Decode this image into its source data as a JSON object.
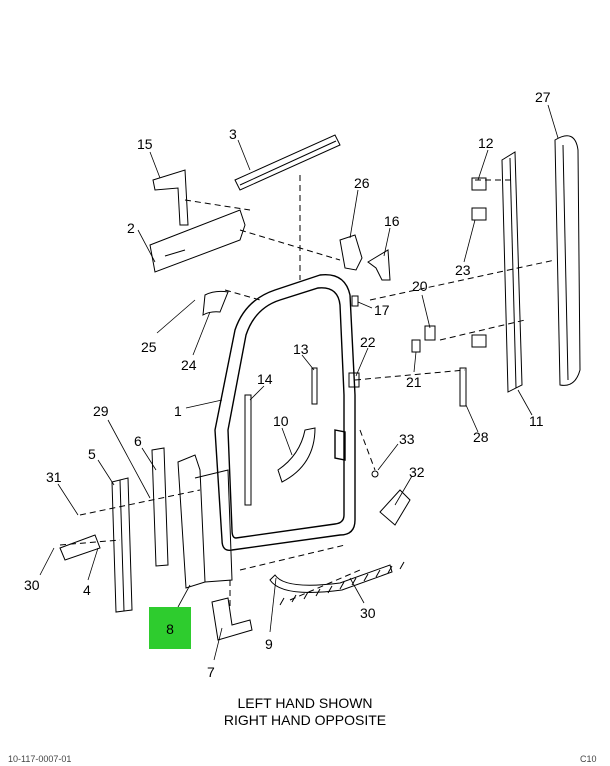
{
  "callouts": {
    "c1": "1",
    "c2": "2",
    "c3": "3",
    "c4": "4",
    "c5": "5",
    "c6": "6",
    "c7": "7",
    "c8": "8",
    "c9": "9",
    "c10": "10",
    "c11": "11",
    "c12": "12",
    "c13": "13",
    "c14": "14",
    "c15": "15",
    "c16": "16",
    "c17": "17",
    "c20": "20",
    "c21": "21",
    "c22": "22",
    "c23": "23",
    "c24": "24",
    "c25": "25",
    "c26": "26",
    "c27": "27",
    "c28": "28",
    "c29": "29",
    "c30a": "30",
    "c30b": "30",
    "c31": "31",
    "c32": "32",
    "c33": "33"
  },
  "caption": {
    "line1": "LEFT HAND SHOWN",
    "line2": "RIGHT HAND OPPOSITE"
  },
  "footer": {
    "left": "10-117-0007-01",
    "right": "C10"
  },
  "highlight_color": "#2ecc2e"
}
